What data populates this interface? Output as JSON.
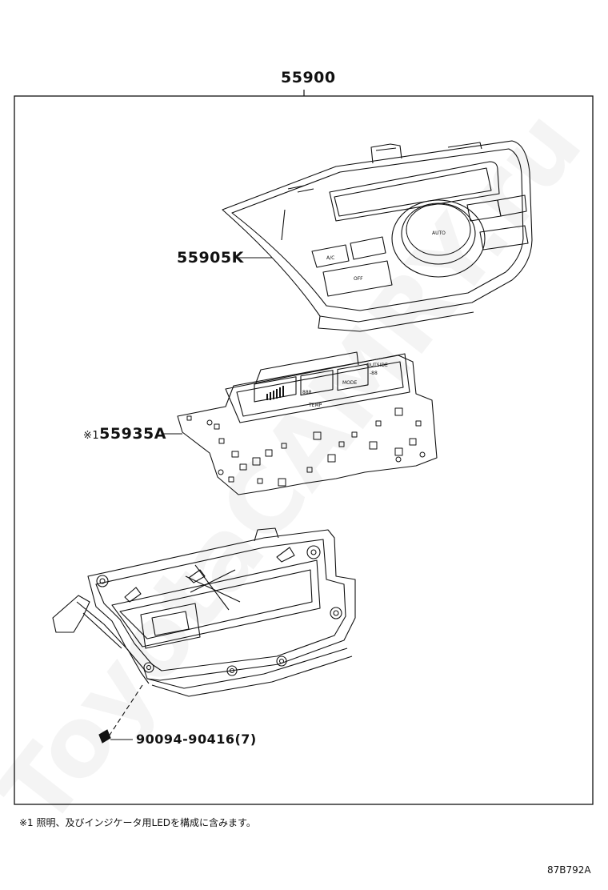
{
  "watermark": "ToyotaCAMRY.ru",
  "assembly": {
    "part_number": "55900"
  },
  "parts": [
    {
      "part_number": "55905K"
    },
    {
      "part_number": "55935A",
      "note_marker": "※1"
    },
    {
      "part_number": "90094-90416",
      "quantity": "(7)"
    }
  ],
  "panel_labels": {
    "auto": "AUTO",
    "ac": "A/C",
    "off": "OFF",
    "temp": "TEMP",
    "mode": "MODE",
    "outside": "OUTSIDE"
  },
  "display_digits": {
    "temp": "888",
    "outside": "-88"
  },
  "footnote": "※1 照明、及びインジケータ用LEDを構成に含みます。",
  "drawing_id": "87B792A"
}
